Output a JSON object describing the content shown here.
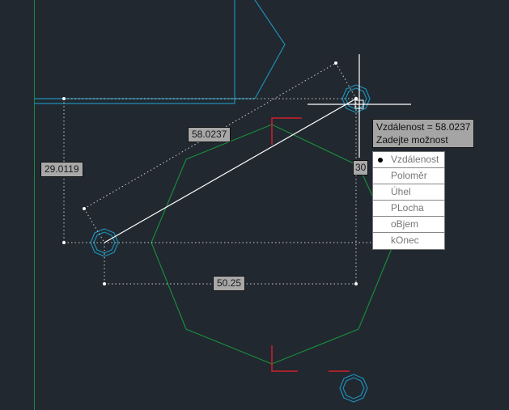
{
  "dimensions": {
    "aligned": "58.0237",
    "vertical": "29.0119",
    "horizontal": "50.25",
    "angle_partial": "30"
  },
  "tooltip": {
    "line1": "Vzdálenost = 58.0237",
    "line2": "Zadejte možnost"
  },
  "menu": {
    "items": [
      {
        "label": "Vzdálenost",
        "selected": true
      },
      {
        "label": "Poloměr",
        "selected": false
      },
      {
        "label": "Úhel",
        "selected": false
      },
      {
        "label": "PLocha",
        "selected": false
      },
      {
        "label": "oBjem",
        "selected": false
      },
      {
        "label": "kOnec",
        "selected": false
      }
    ]
  },
  "colors": {
    "background": "#212830",
    "cyan": "#1e8fb4",
    "green": "#1a8a3a",
    "red": "#d0202a",
    "white": "#ffffff"
  }
}
